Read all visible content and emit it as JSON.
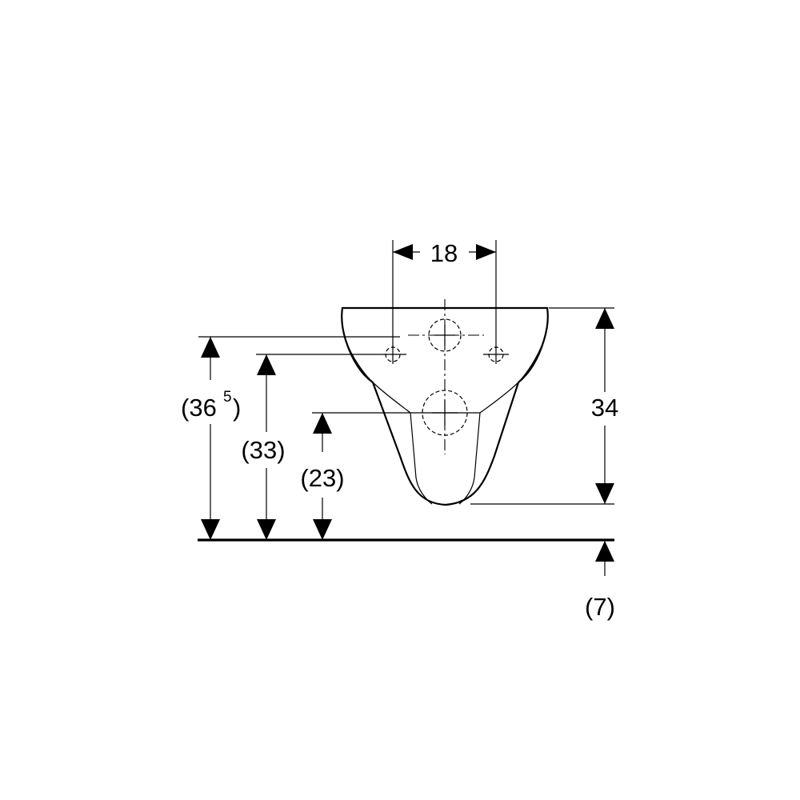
{
  "dimensions": {
    "width_between_bolts": "18",
    "bowl_height": "34",
    "bolt_hole_height": "(36",
    "bolt_hole_height_sup": "5",
    "bolt_hole_height_close": ")",
    "fixing_hole_height": "(33)",
    "outlet_height": "(23)",
    "bottom_offset": "(7)"
  }
}
